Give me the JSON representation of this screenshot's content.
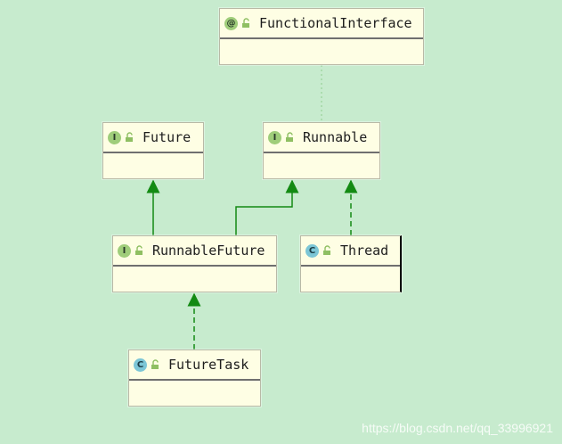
{
  "nodes": {
    "functional_interface": {
      "label": "FunctionalInterface",
      "badge": "@",
      "kind": "annotation"
    },
    "future": {
      "label": "Future",
      "badge": "I",
      "kind": "interface"
    },
    "runnable": {
      "label": "Runnable",
      "badge": "I",
      "kind": "interface"
    },
    "runnable_future": {
      "label": "RunnableFuture",
      "badge": "I",
      "kind": "interface"
    },
    "thread": {
      "label": "Thread",
      "badge": "C",
      "kind": "class"
    },
    "future_task": {
      "label": "FutureTask",
      "badge": "C",
      "kind": "class"
    }
  },
  "edges": [
    {
      "from": "runnable_future",
      "to": "future",
      "type": "extends"
    },
    {
      "from": "runnable_future",
      "to": "runnable",
      "type": "extends"
    },
    {
      "from": "thread",
      "to": "runnable",
      "type": "implements"
    },
    {
      "from": "future_task",
      "to": "runnable_future",
      "type": "implements"
    },
    {
      "from": "runnable",
      "to": "functional_interface",
      "type": "annotated-by"
    }
  ],
  "colors": {
    "background": "#c7ebce",
    "node_fill": "#fefee4",
    "edge": "#138a13",
    "annotation_edge": "#8fce8f"
  },
  "watermark": "https://blog.csdn.net/qq_33996921"
}
